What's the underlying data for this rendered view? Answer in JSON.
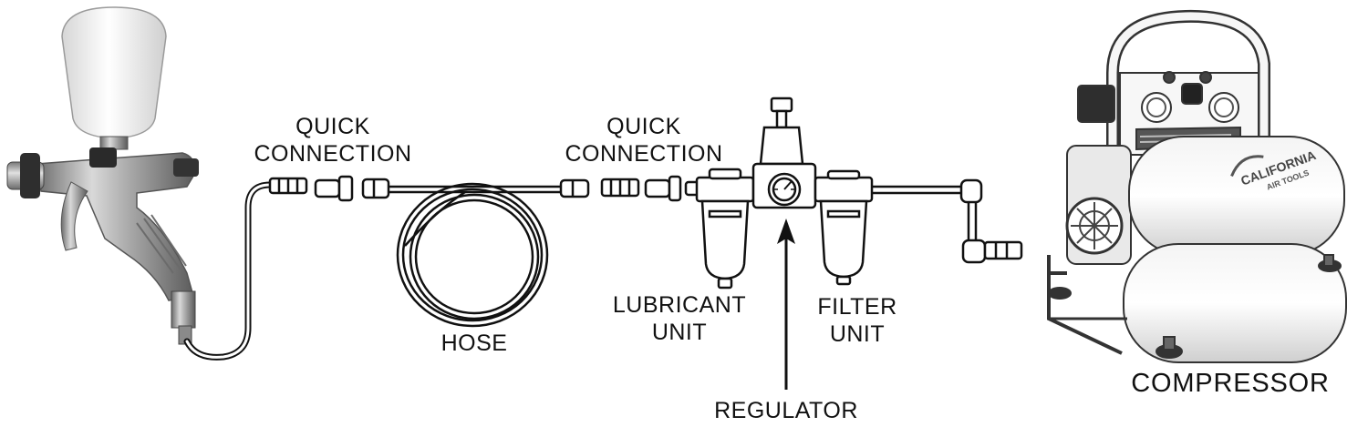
{
  "labels": {
    "quick_connection_left": [
      "QUICK",
      "CONNECTION"
    ],
    "quick_connection_right": [
      "QUICK",
      "CONNECTION"
    ],
    "hose": "HOSE",
    "lubricant_unit": [
      "LUBRICANT",
      "UNIT"
    ],
    "filter_unit": [
      "FILTER",
      "UNIT"
    ],
    "regulator": "REGULATOR",
    "compressor": "COMPRESSOR"
  },
  "brand": {
    "logo_line1": "CALIFORNIA",
    "logo_line2": "AIR TOOLS"
  }
}
